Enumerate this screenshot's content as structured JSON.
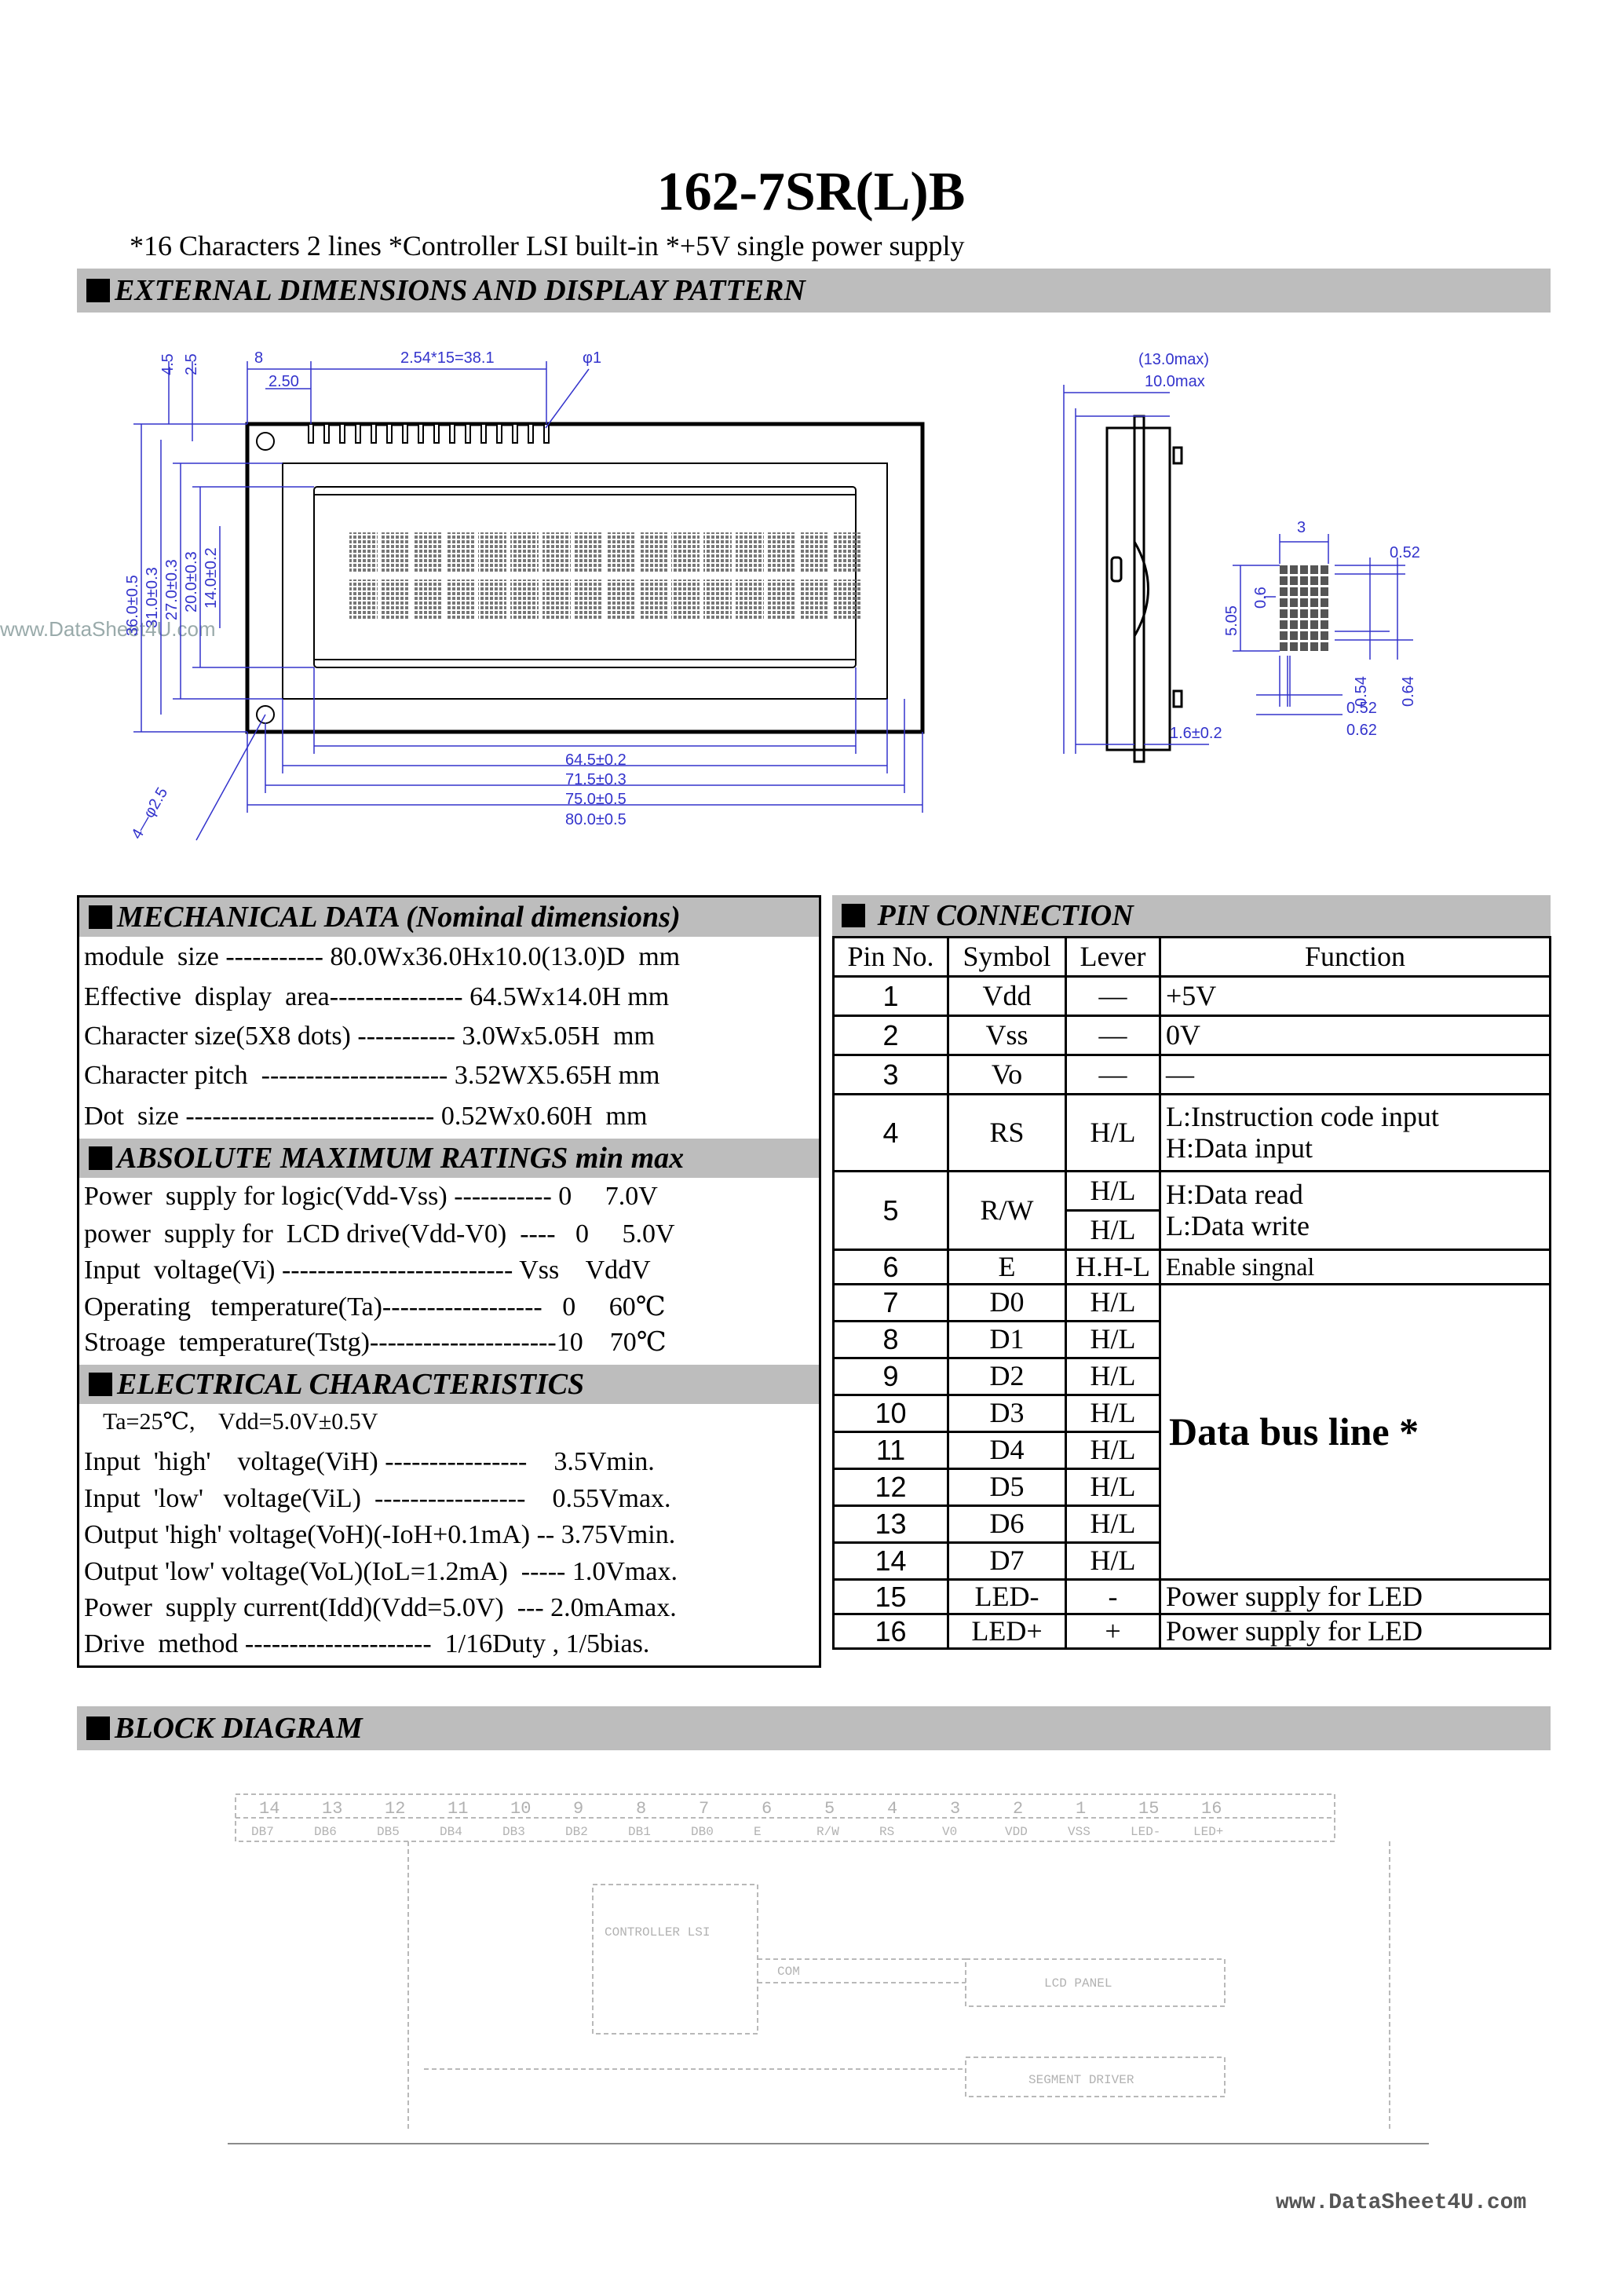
{
  "title": "162-7SR(L)B",
  "subtitle": "*16  Characters  2 lines  *Controller LSI built-in  *+5V single power supply",
  "sections": {
    "external": "EXTERNAL   DIMENSIONS  AND DISPLAY  PATTERN",
    "mechanical": "MECHANICAL  DATA  (Nominal  dimensions)",
    "absolute": "ABSOLUTE MAXIMUM RATINGS    min     max",
    "electrical": "ELECTRICAL    CHARACTERISTICS",
    "pin": " PIN  CONNECTION",
    "block": "BLOCK  DIAGRAM"
  },
  "drawing_labels": {
    "top_45": "4.5",
    "top_25": "2.5",
    "pin8": "8",
    "pitch": "2.54*15=38.1",
    "phi1": "φ1",
    "d250": "2.50",
    "v360": "36.0±0.5",
    "v310": "31.0±0.3",
    "v270": "27.0±0.3",
    "v200": "20.0±0.3",
    "v140": "14.0±0.2",
    "h645": "64.5±0.2",
    "h715": "71.5±0.3",
    "h750": "75.0±0.5",
    "h800": "80.0±0.5",
    "holes": "4—φ2.5",
    "side_max": "(13.0max)",
    "side_10": "10.0max",
    "side_16": "1.6±0.2",
    "char_3": "3",
    "char_052a": "0.52",
    "char_06": "0.6",
    "char_505": "5.05",
    "char_054": "0.54",
    "char_064": "0.64",
    "char_052b": "0.52",
    "char_062": "0.62"
  },
  "watermark": "www.DataSheet4U.com",
  "mechanical_rows": [
    "module  size ----------- 80.0Wx36.0Hx10.0(13.0)D  mm",
    "Effective  display  area--------------- 64.5Wx14.0H mm",
    "Character size(5X8 dots) ----------- 3.0Wx5.05H  mm",
    "Character pitch  --------------------- 3.52WX5.65H mm",
    "Dot  size ---------------------------- 0.52Wx0.60H  mm"
  ],
  "absolute_rows": [
    "Power  supply for logic(Vdd-Vss) ----------- 0     7.0V",
    "power  supply for  LCD drive(Vdd-V0)  ----   0     5.0V",
    "Input  voltage(Vi) -------------------------- Vss    VddV",
    "Operating   temperature(Ta)------------------   0     60℃",
    "Stroage  temperature(Tstg)---------------------10    70℃"
  ],
  "electrical_cond": "Ta=25℃,    Vdd=5.0V±0.5V",
  "electrical_rows": [
    "Input  'high'    voltage(ViH) ----------------    3.5Vmin.",
    "Input  'low'   voltage(ViL)  -----------------    0.55Vmax.",
    "Output 'high' voltage(VoH)(-IoH+0.1mA) -- 3.75Vmin.",
    "Output 'low' voltage(VoL)(IoL=1.2mA)  ----- 1.0Vmax.",
    "Power  supply current(Idd)(Vdd=5.0V)  --- 2.0mAmax.",
    "Drive  method ---------------------  1/16Duty , 1/5bias."
  ],
  "pin_header": [
    "Pin No.",
    "Symbol",
    "Lever",
    "Function"
  ],
  "pins": [
    {
      "no": "1",
      "sym": "Vdd",
      "lev": "—",
      "fn": "+5V"
    },
    {
      "no": "2",
      "sym": "Vss",
      "lev": "—",
      "fn": "0V"
    },
    {
      "no": "3",
      "sym": "Vo",
      "lev": "—",
      "fn": "—"
    },
    {
      "no": "4",
      "sym": "RS",
      "lev": "H/L",
      "fn": "L:Instruction code input",
      "fn2": "H:Data input"
    },
    {
      "no": "5",
      "sym": "R/W",
      "lev": "H/L",
      "lev2": "H/L",
      "fn": "H:Data read",
      "fn2": "L:Data write"
    },
    {
      "no": "6",
      "sym": "E",
      "lev": "H.H-L",
      "fn": "Enable singnal"
    },
    {
      "no": "7",
      "sym": "D0",
      "lev": "H/L"
    },
    {
      "no": "8",
      "sym": "D1",
      "lev": "H/L"
    },
    {
      "no": "9",
      "sym": "D2",
      "lev": "H/L"
    },
    {
      "no": "10",
      "sym": "D3",
      "lev": "H/L"
    },
    {
      "no": "11",
      "sym": "D4",
      "lev": "H/L"
    },
    {
      "no": "12",
      "sym": "D5",
      "lev": "H/L"
    },
    {
      "no": "13",
      "sym": "D6",
      "lev": "H/L"
    },
    {
      "no": "14",
      "sym": "D7",
      "lev": "H/L"
    },
    {
      "no": "15",
      "sym": "LED-",
      "lev": "-",
      "fn": "Power supply for LED"
    },
    {
      "no": "16",
      "sym": "LED+",
      "lev": "+",
      "fn": "Power supply for LED"
    }
  ],
  "databus": "Data  bus  line  *",
  "block": {
    "top_pins": [
      "14",
      "13",
      "12",
      "11",
      "10",
      "9",
      "8",
      "7",
      "6",
      "5",
      "4",
      "3",
      "2",
      "1",
      "15",
      "16"
    ],
    "top_syms": [
      "DB7",
      "DB6",
      "DB5",
      "DB4",
      "DB3",
      "DB2",
      "DB1",
      "DB0",
      "E",
      "R/W",
      "RS",
      "V0",
      "VDD",
      "VSS",
      "LED-",
      "LED+"
    ],
    "controller": "CONTROLLER LSI",
    "lcd_label": "LCD PANEL",
    "driver_label": "SEGMENT DRIVER",
    "com_label": "COM"
  },
  "footer": "www.DataSheet4U.com"
}
